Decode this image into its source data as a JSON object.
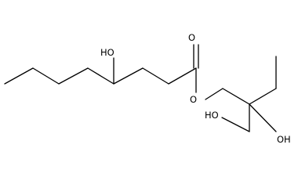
{
  "molecule": {
    "atom_labels": {
      "hydroxyl_top": "HO",
      "carbonyl_oxygen": "O",
      "ester_oxygen": "O",
      "hydroxyl_left": "HO",
      "hydroxyl_right": "OH"
    },
    "colors": {
      "bond": "#000000",
      "label": "#000000",
      "background": "#ffffff"
    }
  }
}
